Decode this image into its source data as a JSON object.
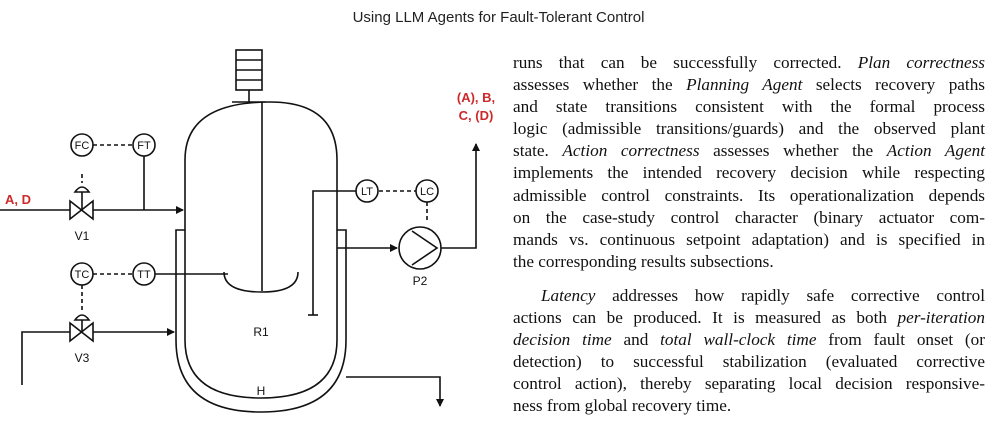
{
  "header": {
    "running_title": "Using LLM Agents for Fault-Tolerant Control"
  },
  "figure": {
    "labels": {
      "fc": "FC",
      "ft": "FT",
      "tc": "TC",
      "tt": "TT",
      "lt": "LT",
      "lc": "LC",
      "v1": "V1",
      "v3": "V3",
      "p2": "P2",
      "r1": "R1",
      "h": "H",
      "inlet": "A, D",
      "outlet_line1": "(A), B,",
      "outlet_line2": "C, (D)"
    },
    "colors": {
      "stream_label": "#cc2a2a",
      "line": "#111111"
    }
  },
  "body_text": {
    "p1_l1_a": "runs that can be successfully corrected. ",
    "p1_l1_b": "Plan correctness",
    "p1_l2_a": "assesses whether the ",
    "p1_l2_b": "Planning Agent",
    "p1_l2_c": " selects recovery paths",
    "p1_l3": "and state transitions consistent with the formal process",
    "p1_l4": "logic (admissible transitions/guards) and the observed plant",
    "p1_l5_a": "state. ",
    "p1_l5_b": "Action correctness",
    "p1_l5_c": " assesses whether the ",
    "p1_l5_d": "Action Agent",
    "p1_l6": "implements the intended recovery decision while respecting",
    "p1_l7": "admissible control constraints. Its operationalization depends",
    "p1_l8": "on the case-study control character (binary actuator com-",
    "p1_l9": "mands vs. continuous setpoint adaptation) and is specified in",
    "p1_l10": "the corresponding results subsections.",
    "p2_l1_a": "Latency",
    "p2_l1_b": " addresses how rapidly safe corrective control",
    "p2_l2_a": "actions can be produced. It is measured as both ",
    "p2_l2_b": "per-iteration",
    "p2_l3_a": "decision time",
    "p2_l3_b": " and ",
    "p2_l3_c": "total wall-clock time",
    "p2_l3_d": " from fault onset (or",
    "p2_l4": "detection) to successful stabilization (evaluated corrective",
    "p2_l5": "control action), thereby separating local decision responsive-",
    "p2_l6": "ness from global recovery time."
  }
}
